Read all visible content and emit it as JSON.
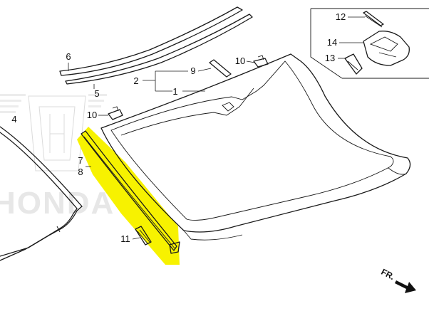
{
  "callouts": {
    "c1": "1",
    "c2": "2",
    "c4": "4",
    "c5": "5",
    "c6": "6",
    "c7": "7",
    "c8": "8",
    "c9": "9",
    "c10a": "10",
    "c10b": "10",
    "c11": "11",
    "c12": "12",
    "c13": "13",
    "c14": "14"
  },
  "direction_marker": "FR.",
  "watermark_text": "HONDA",
  "highlight_color": "#f7f200",
  "line_color": "#1a1a1a"
}
